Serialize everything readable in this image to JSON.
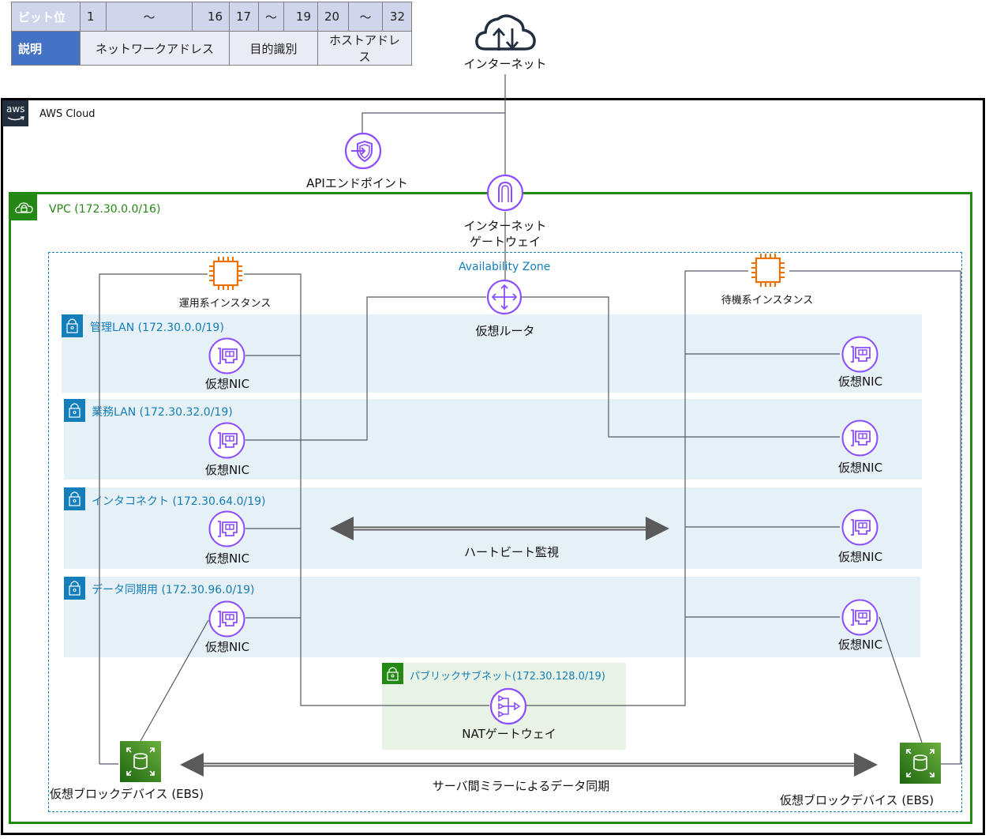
{
  "bit_table": {
    "row1_header": "ビット位",
    "row1": [
      "1",
      "〜",
      "16",
      "17",
      "〜",
      "19",
      "20",
      "〜",
      "32"
    ],
    "row2_header": "説明",
    "row2": [
      "ネットワークアドレス",
      "目的識別",
      "ホストアドレス"
    ]
  },
  "internet": {
    "label": "インターネット"
  },
  "aws_cloud": {
    "logo_text": "aws",
    "label": "AWS Cloud"
  },
  "api_endpoint": {
    "label": "APIエンドポイント"
  },
  "igw": {
    "line1": "インターネット",
    "line2": "ゲートウェイ"
  },
  "vpc": {
    "label": "VPC (172.30.0.0/16)"
  },
  "az": {
    "label": "Availability Zone"
  },
  "router": {
    "label": "仮想ルータ"
  },
  "instances": {
    "active": "運用系インスタンス",
    "standby": "待機系インスタンス"
  },
  "subnets": [
    {
      "label": "管理LAN (172.30.0.0/19)"
    },
    {
      "label": "業務LAN (172.30.32.0/19)"
    },
    {
      "label": "インタコネクト (172.30.64.0/19)"
    },
    {
      "label": "データ同期用 (172.30.96.0/19)"
    }
  ],
  "nic_label": "仮想NIC",
  "heartbeat": {
    "label": "ハートビート監視"
  },
  "public_subnet": {
    "label": "パブリックサブネット(172.30.128.0/19)"
  },
  "nat": {
    "label": "NATゲートウェイ"
  },
  "ebs": {
    "label": "仮想ブロックデバイス (EBS)"
  },
  "mirror": {
    "label": "サーバ間ミラーによるデータ同期"
  },
  "colors": {
    "vpc_green": "#248814",
    "az_blue": "#147eba",
    "subnet_bg": "#e6f0f7",
    "public_subnet_bg": "#e8f3e6",
    "icon_purple": "#8c4fff",
    "ec2_orange": "#ed7100",
    "table_header": "#4472c4"
  }
}
